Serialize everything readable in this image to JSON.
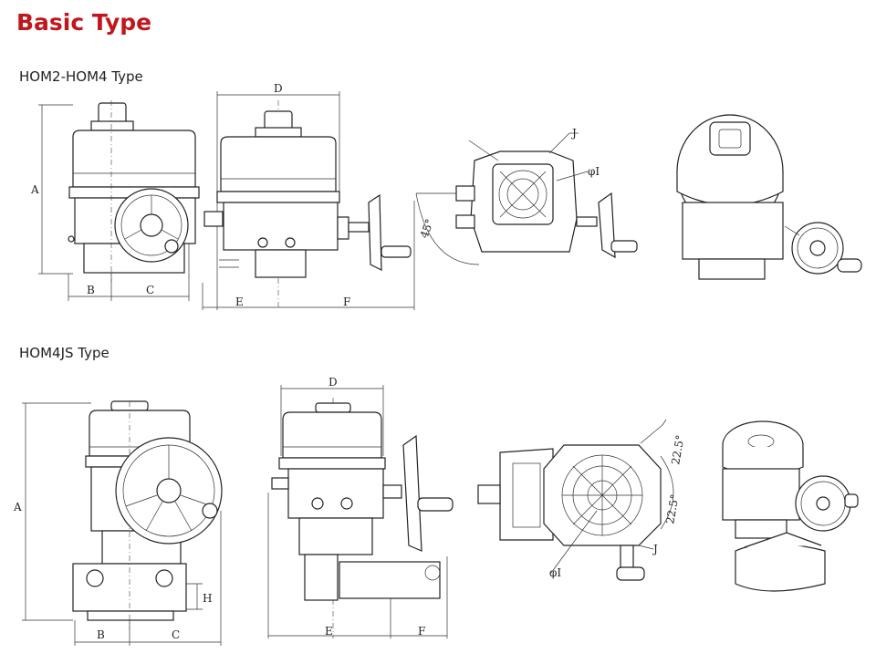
{
  "title": "Basic Type",
  "colors": {
    "title": "#c0161c",
    "text": "#222222",
    "line": "#222222"
  },
  "sections": [
    {
      "label": "HOM2-HOM4 Type"
    },
    {
      "label": "HOM4JS Type"
    }
  ],
  "dims": {
    "A": "A",
    "B": "B",
    "C": "C",
    "D": "D",
    "E": "E",
    "F": "F",
    "H": "H",
    "J": "J",
    "phiI": "φI",
    "deg45": "45°",
    "deg22a": "22.5°",
    "deg22b": "22.5°"
  }
}
